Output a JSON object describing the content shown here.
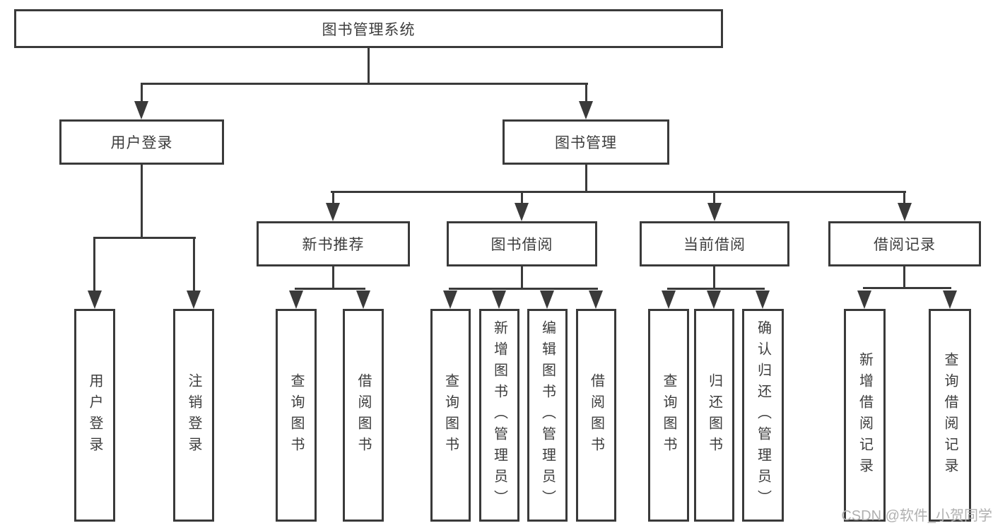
{
  "tree": {
    "label": "图书管理系统",
    "children": [
      {
        "label": "用户登录",
        "children": [
          {
            "label": "用户登录"
          },
          {
            "label": "注销登录"
          }
        ]
      },
      {
        "label": "图书管理",
        "children": [
          {
            "label": "新书推荐",
            "children": [
              {
                "label": "查询图书"
              },
              {
                "label": "借阅图书"
              }
            ]
          },
          {
            "label": "图书借阅",
            "children": [
              {
                "label": "查询图书"
              },
              {
                "label": "新增图书（管理员）"
              },
              {
                "label": "编辑图书（管理员）"
              },
              {
                "label": "借阅图书"
              }
            ]
          },
          {
            "label": "当前借阅",
            "children": [
              {
                "label": "查询图书"
              },
              {
                "label": "归还图书"
              },
              {
                "label": "确认归还（管理员）"
              }
            ]
          },
          {
            "label": "借阅记录",
            "children": [
              {
                "label": "新增借阅记录"
              },
              {
                "label": "查询借阅记录"
              }
            ]
          }
        ]
      }
    ]
  },
  "watermark": "CSDN @软件_小贺同学",
  "colors": {
    "line": "#3a3a3a",
    "text": "#3d3d3d",
    "watermark": "#b0b0b0",
    "background": "#ffffff"
  }
}
